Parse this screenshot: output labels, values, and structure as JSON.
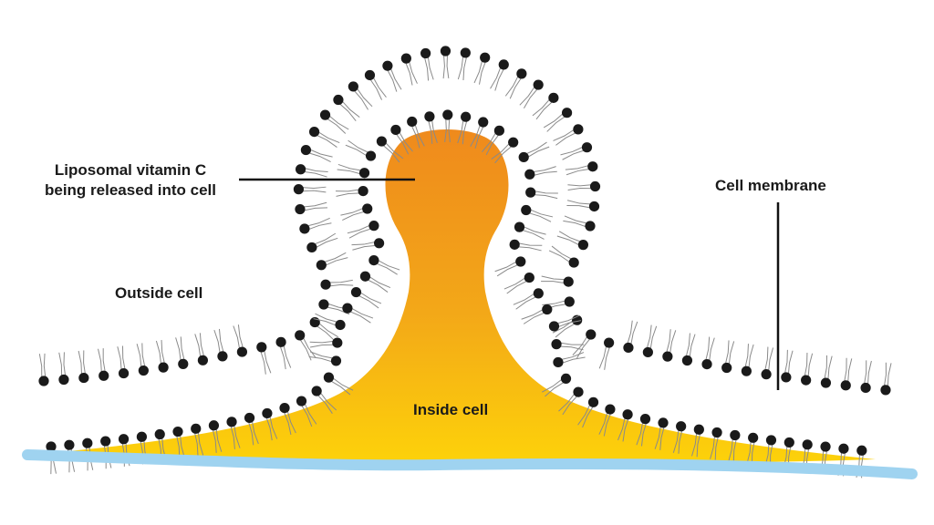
{
  "labels": {
    "liposome_line1": "Liposomal vitamin C",
    "liposome_line2": "being released into cell",
    "cell_membrane": "Cell membrane",
    "outside_cell": "Outside cell",
    "inside_cell": "Inside cell"
  },
  "colors": {
    "head": "#1a1a1a",
    "tail": "#8a8a8a",
    "fill_top": "#ef8a1c",
    "fill_mid": "#f3a818",
    "fill_bottom": "#fdd20a",
    "baseline": "#9fd3f0",
    "pointer": "#111111"
  }
}
